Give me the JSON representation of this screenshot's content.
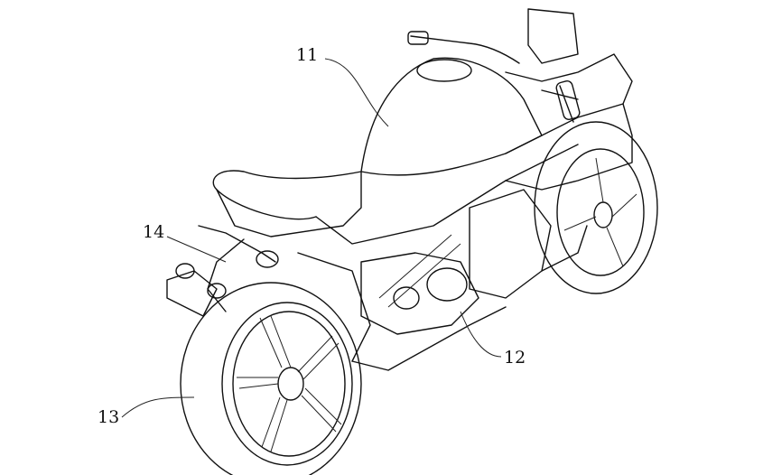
{
  "figure": {
    "labels": [
      {
        "id": "label-11",
        "text": "11"
      },
      {
        "id": "label-12",
        "text": "12"
      },
      {
        "id": "label-13",
        "text": "13"
      },
      {
        "id": "label-14",
        "text": "14"
      }
    ]
  }
}
